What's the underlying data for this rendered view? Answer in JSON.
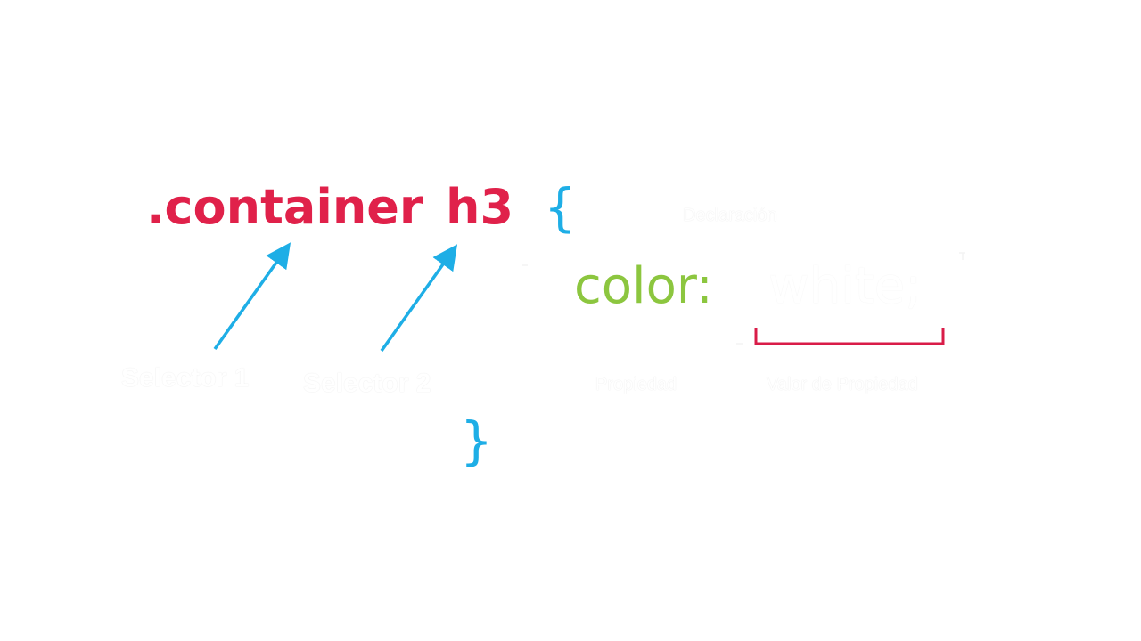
{
  "colors": {
    "selector": "#e0214a",
    "brace": "#1eaee6",
    "property": "#8cc63f",
    "value": "#ffffff",
    "label": "#ffffff",
    "arrow": "#1eaee6",
    "value_bracket": "#d91c48"
  },
  "code": {
    "selector1": ".container",
    "selector2": "h3",
    "open_brace": "{",
    "close_brace": "}",
    "property": "color:",
    "value": "white;"
  },
  "labels": {
    "declaration": "Declaración",
    "selector1": "Selector 1",
    "selector2": "Selector 2",
    "property": "Propiedad",
    "property_value": "Valor de Propiedad"
  }
}
